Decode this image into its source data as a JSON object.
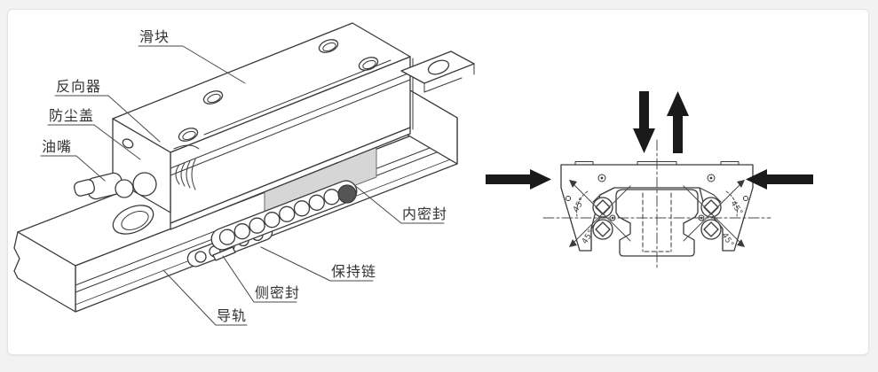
{
  "left_view": {
    "labels": [
      {
        "id": "slider-block",
        "text": "滑块"
      },
      {
        "id": "reverser",
        "text": "反向器"
      },
      {
        "id": "dust-cover",
        "text": "防尘盖"
      },
      {
        "id": "oil-nipple",
        "text": "油嘴"
      },
      {
        "id": "inner-seal",
        "text": "内密封"
      },
      {
        "id": "retainer-chain",
        "text": "保持链"
      },
      {
        "id": "side-seal",
        "text": "侧密封"
      },
      {
        "id": "guide-rail",
        "text": "导轨"
      }
    ]
  },
  "right_view": {
    "contact_angles": [
      "45°",
      "45°",
      "45°",
      "45°"
    ],
    "load_arrows": [
      {
        "id": "load-arrow-down",
        "direction": "down"
      },
      {
        "id": "load-arrow-up",
        "direction": "up"
      },
      {
        "id": "load-arrow-right",
        "direction": "right"
      },
      {
        "id": "load-arrow-left",
        "direction": "left"
      }
    ]
  },
  "colors": {
    "line": "#3a3a3a",
    "cut_plane": "#d6d6d6",
    "arrow": "#1a1a1a",
    "label_text": "#333333"
  }
}
